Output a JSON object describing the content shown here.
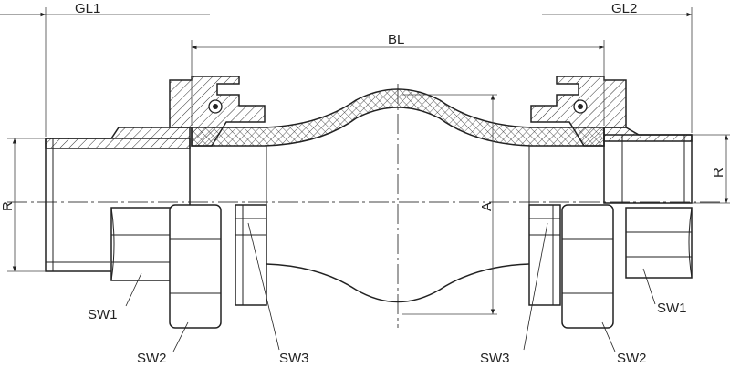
{
  "dimensions": {
    "gl1": "GL1",
    "gl2": "GL2",
    "bl": "BL",
    "r_left": "R",
    "r_right": "R",
    "a": "A"
  },
  "callouts": {
    "sw1_left": "SW1",
    "sw1_right": "SW1",
    "sw2_left": "SW2",
    "sw2_right": "SW2",
    "sw3_left": "SW3",
    "sw3_right": "SW3"
  }
}
